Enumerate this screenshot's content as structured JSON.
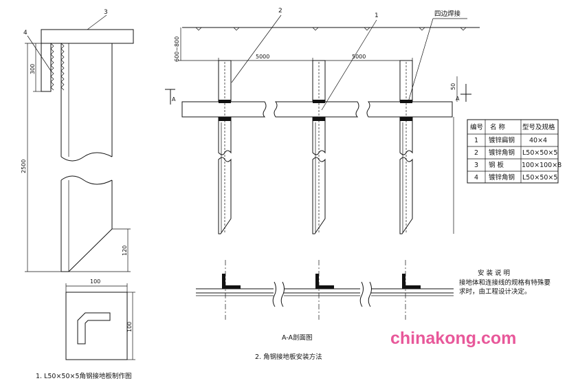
{
  "left_drawing": {
    "callouts": {
      "c3": "3",
      "c4": "4"
    },
    "dim_300": "300",
    "dim_2500": "2500",
    "dim_120": "120",
    "plate_width": "100",
    "plate_height": "100",
    "caption": "1. L50×50×5角钢接地板制作图"
  },
  "main_drawing": {
    "callouts": {
      "c2": "2",
      "c1": "1"
    },
    "weld_note": "四边焊接",
    "dim_600_800": "600~800",
    "spacing_1": "5000",
    "spacing_2": "5000",
    "dim_50": "50",
    "section_mark_left": "A",
    "section_mark_right": "A",
    "section_title": "A-A剖面图",
    "caption": "2. 角钢接地板安装方法"
  },
  "spec_table": {
    "headers": [
      "编号",
      "名 称",
      "型号及规格"
    ],
    "rows": [
      [
        "1",
        "镀锌扁钢",
        "40×4"
      ],
      [
        "2",
        "镀锌角钢",
        "L50×50×5"
      ],
      [
        "3",
        "钢  板",
        "100×100×8"
      ],
      [
        "4",
        "镀锌角钢",
        "L50×50×5"
      ]
    ]
  },
  "install_notes": {
    "title": "安 装 说 明",
    "line1": "接地体和连接线的规格有特殊要",
    "line2": "求时，由工程设计决定。"
  },
  "watermark": {
    "text": "chinakong.com",
    "color": "#e8589a"
  }
}
